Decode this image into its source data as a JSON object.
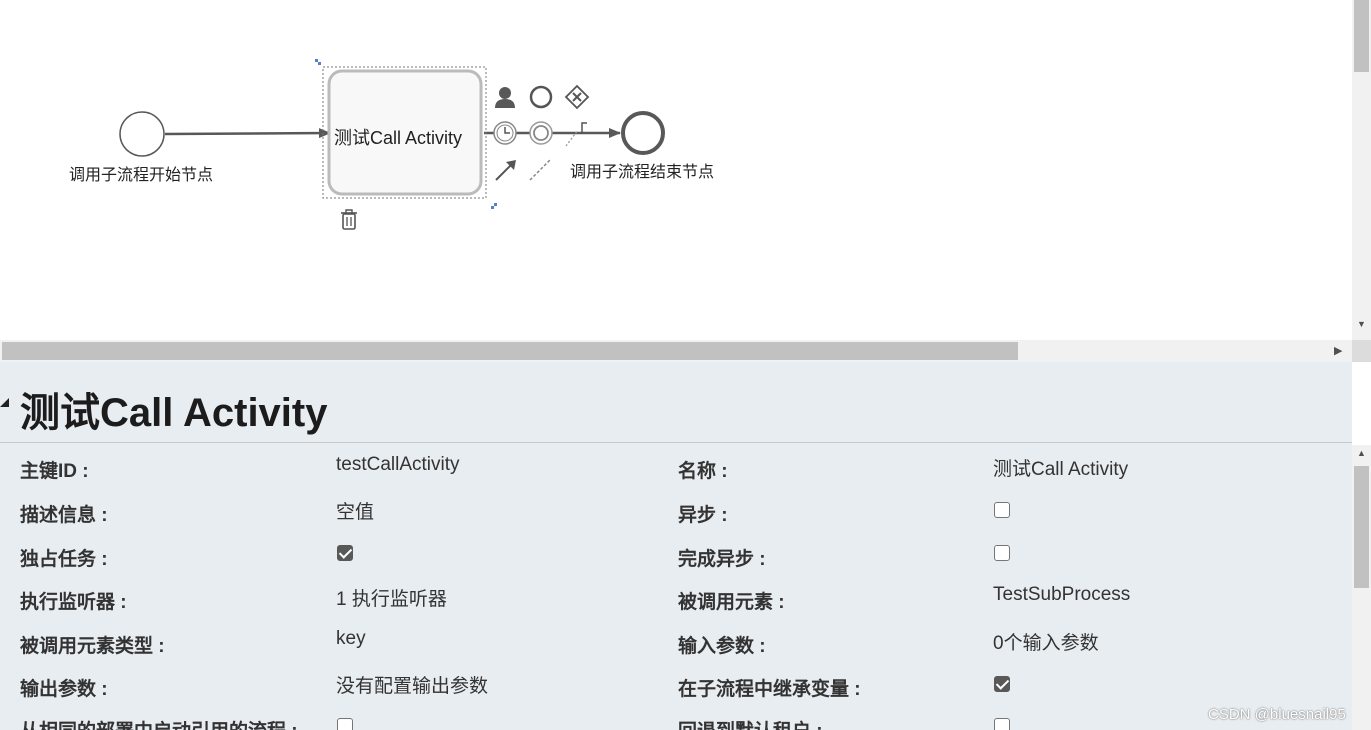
{
  "diagram": {
    "start_event_label": "调用子流程开始节点",
    "end_event_label": "调用子流程结束节点",
    "task_label": "测试Call Activity"
  },
  "panel": {
    "title": "测试Call Activity",
    "rows": [
      {
        "left_label": "主键ID :",
        "left_value": "testCallActivity",
        "right_label": "名称 :",
        "right_value": "测试Call Activity"
      },
      {
        "left_label": "描述信息 :",
        "left_value": "空值",
        "right_label": "异步 :",
        "right_checked": false
      },
      {
        "left_label": "独占任务 :",
        "left_checked": true,
        "right_label": "完成异步 :",
        "right_checked": false
      },
      {
        "left_label": "执行监听器 :",
        "left_value": "1 执行监听器",
        "right_label": "被调用元素 :",
        "right_value": "TestSubProcess"
      },
      {
        "left_label": "被调用元素类型 :",
        "left_value": "key",
        "right_label": "输入参数 :",
        "right_value": "0个输入参数"
      },
      {
        "left_label": "输出参数 :",
        "left_value": "没有配置输出参数",
        "right_label": "在子流程中继承变量 :",
        "right_checked": true
      },
      {
        "left_label": "从相同的部署中启动引用的流程 :",
        "left_checked": false,
        "right_label": "回退到默认租户 :",
        "right_checked": false
      }
    ]
  },
  "watermark": "CSDN @bluesnail95",
  "colors": {
    "panel_bg": "#e8edf1",
    "shape_stroke": "#585858",
    "selection": "#888888"
  },
  "icons": [
    "user-icon",
    "circle-event-icon",
    "gateway-icon",
    "target-icon",
    "intermediate-event-icon",
    "annotation-icon",
    "connect-arrow-icon",
    "association-icon",
    "trash-icon",
    "scroll-down-icon",
    "scroll-right-icon",
    "scroll-up-icon"
  ]
}
